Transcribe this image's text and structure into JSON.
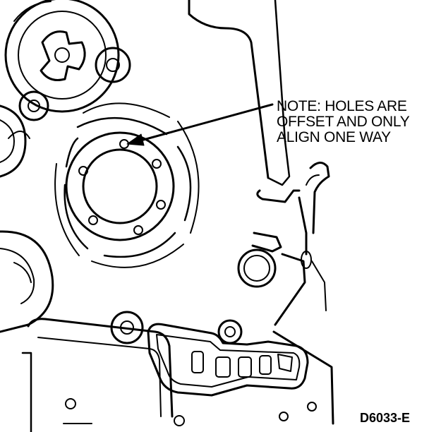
{
  "note": {
    "line1": "NOTE: HOLES ARE",
    "line2": "OFFSET AND ONLY",
    "line3": "ALIGN ONE WAY"
  },
  "figure_id": "D6033-E",
  "colors": {
    "ink": "#000000",
    "paper": "#ffffff"
  }
}
